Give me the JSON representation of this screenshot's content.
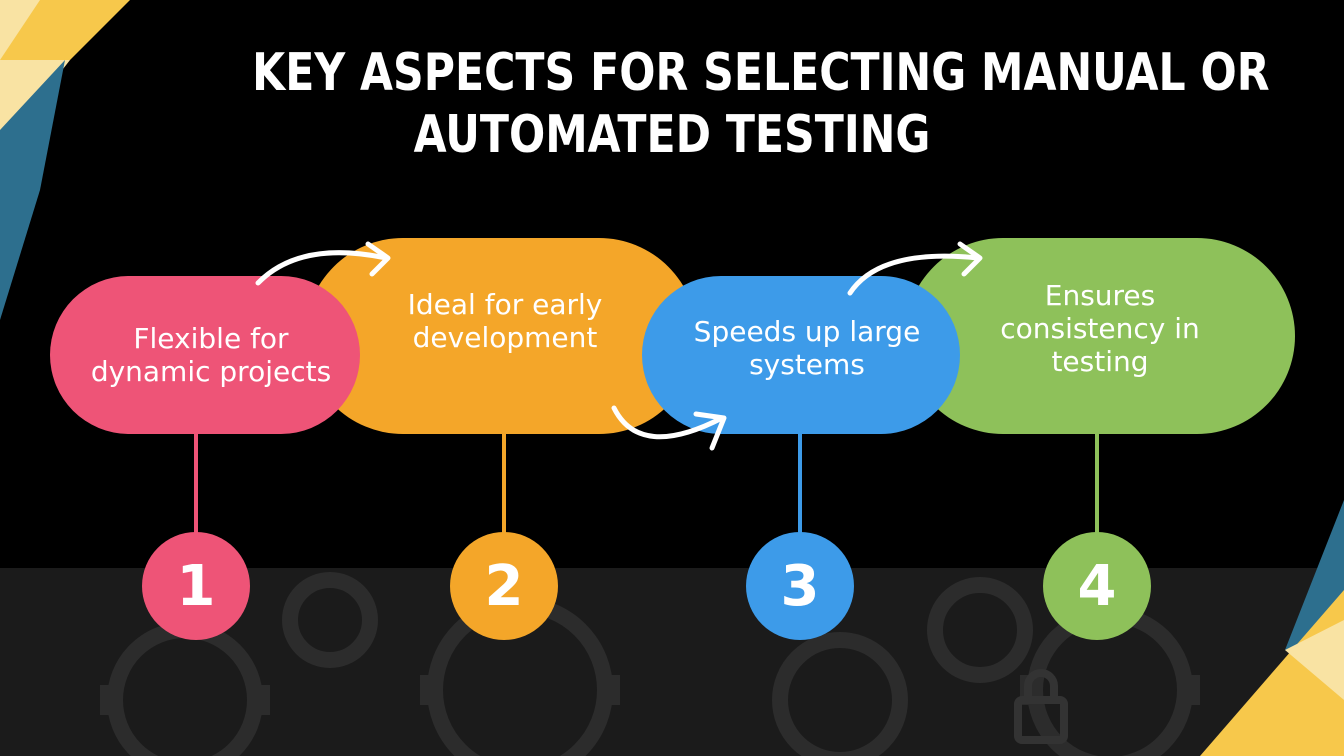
{
  "title": {
    "line1": "KEY ASPECTS FOR SELECTING MANUAL OR",
    "line2": "AUTOMATED TESTING"
  },
  "steps": [
    {
      "number": "1",
      "text": "Flexible for dynamic projects",
      "line1": "Flexible for",
      "line2": "dynamic projects",
      "color": "#EE5477"
    },
    {
      "number": "2",
      "text": "Ideal for early development",
      "line1": "Ideal for early",
      "line2": "development",
      "color": "#F4A629"
    },
    {
      "number": "3",
      "text": "Speeds up large systems",
      "line1": "Speeds up large",
      "line2": "systems",
      "color": "#3D9BE9"
    },
    {
      "number": "4",
      "text": "Ensures consistency in testing",
      "line1": "Ensures",
      "line2": "consistency in",
      "line3": "testing",
      "color": "#8EC15A"
    }
  ],
  "colors": {
    "background": "#000000",
    "accent_yellow": "#F7C84B",
    "accent_cream": "#F9E3A3",
    "accent_teal": "#2D6F8E",
    "arrow": "#FFFFFF"
  },
  "icons": [
    "curved-arrow-icon",
    "gear-icon",
    "padlock-icon"
  ]
}
